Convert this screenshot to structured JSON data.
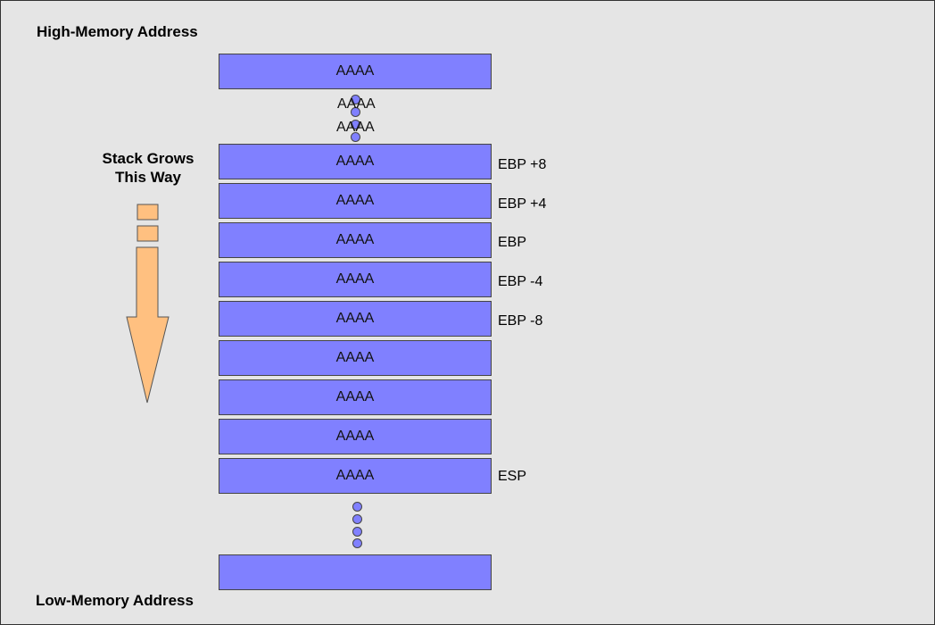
{
  "labels": {
    "high": "High-Memory Address",
    "low": "Low-Memory Address",
    "grow_line1": "Stack Grows",
    "grow_line2": "This Way"
  },
  "top_block": "AAAA",
  "ellipsis_cells": [
    "AAAA",
    "AAAA"
  ],
  "stack_blocks": [
    {
      "value": "AAAA",
      "pointer": "EBP +8"
    },
    {
      "value": "AAAA",
      "pointer": "EBP +4"
    },
    {
      "value": "AAAA",
      "pointer": "EBP"
    },
    {
      "value": "AAAA",
      "pointer": "EBP -4"
    },
    {
      "value": "AAAA",
      "pointer": "EBP -8"
    },
    {
      "value": "AAAA",
      "pointer": ""
    },
    {
      "value": "AAAA",
      "pointer": ""
    },
    {
      "value": "AAAA",
      "pointer": ""
    },
    {
      "value": "AAAA",
      "pointer": "ESP"
    }
  ],
  "bottom_block": "",
  "colors": {
    "block": "#8080ff",
    "arrow": "#ffc080",
    "background": "#e5e5e5"
  },
  "icons": {
    "direction": "down-arrow-icon"
  }
}
